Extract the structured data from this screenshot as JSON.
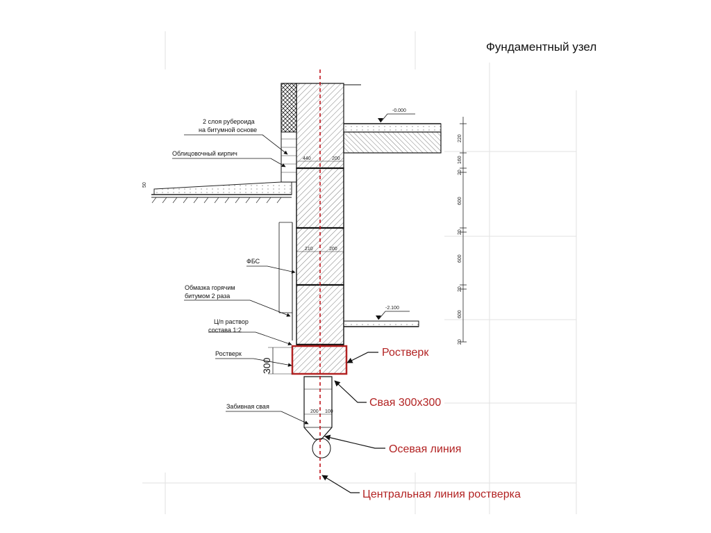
{
  "title": "Фундаментный узел",
  "labels": {
    "roofing": "2 слоя рубероида",
    "roofing2": "на битумной основе",
    "facing": "Облицовочный кирпич",
    "fbs": "ФБС",
    "coating": "Обмазка горячим",
    "coating2": "битумом 2 раза",
    "mortar": "Ц/п раствор",
    "mortar2": "состава 1:2",
    "grillage_small": "Ростверк",
    "pile_small": "Забивная свая"
  },
  "callouts": {
    "grillage": "Ростверк",
    "pile": "Свая 300х300",
    "axis": "Осевая линия",
    "center": "Центральная линия ростверка"
  },
  "levels": {
    "top": "-0.000",
    "bottom": "-2.100"
  },
  "dims": {
    "d440": "440",
    "d200a": "200",
    "d210": "210",
    "d200b": "200",
    "d300": "300",
    "d200c": "200",
    "d100": "100",
    "d50": "50",
    "v220": "220",
    "v160": "160",
    "v20a": "20",
    "v600a": "600",
    "v20b": "20",
    "v600b": "600",
    "v20c": "20",
    "v600c": "600",
    "v20d": "20"
  },
  "colors": {
    "accent": "#b22222",
    "line": "#1a1a1a",
    "axis": "#c0141c"
  }
}
